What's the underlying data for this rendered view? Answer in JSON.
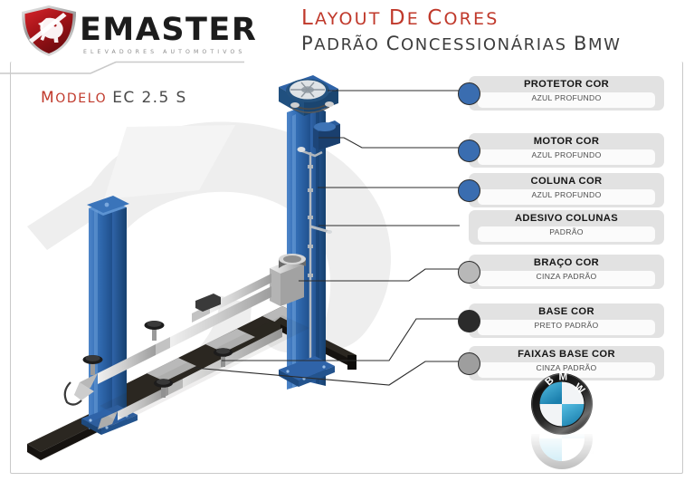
{
  "header": {
    "brand_name": "EMASTER",
    "brand_tagline": "ELEVADORES AUTOMOTIVOS",
    "title_main": "Layout de Cores",
    "title_sub": "Padrão concessionárias BMW",
    "logo_icon": "rhino-shield-icon"
  },
  "model": {
    "prefix": "Modelo",
    "value": "EC 2.5 S"
  },
  "colors": {
    "accent_red": "#c0392b",
    "machine_blue": "#2e6bb0",
    "dot_blue": "#3a6db0",
    "dot_gray": "#b8b8b8",
    "dot_black": "#2b2b2b",
    "panel_gray": "#e2e2e2",
    "frame_border": "#c9c9c9",
    "bmw_blue": "#2e9ccd"
  },
  "callouts": [
    {
      "title": "PROTETOR COR",
      "value": "AZUL PROFUNDO",
      "marker": "blue",
      "has_marker": true
    },
    {
      "title": "MOTOR COR",
      "value": "AZUL PROFUNDO",
      "marker": "blue",
      "has_marker": true
    },
    {
      "title": "COLUNA COR",
      "value": "AZUL PROFUNDO",
      "marker": "blue",
      "has_marker": true
    },
    {
      "title": "ADESIVO COLUNAS",
      "value": "PADRÃO",
      "marker": "none",
      "has_marker": false
    },
    {
      "title": "BRAÇO COR",
      "value": "CINZA PADRÃO",
      "marker": "gray",
      "has_marker": true
    },
    {
      "title": "BASE COR",
      "value": "PRETO PADRÃO",
      "marker": "black",
      "has_marker": true
    },
    {
      "title": "FAIXAS BASE  COR",
      "value": "CINZA PADRÃO",
      "marker": "gray",
      "has_marker": true
    }
  ],
  "bmw": {
    "logo_icon": "bmw-roundel-icon",
    "wordmark": "BMW"
  },
  "machine": {
    "product_icon": "two-post-car-lift-icon",
    "watermark_icon": "rhino-watermark-icon"
  }
}
